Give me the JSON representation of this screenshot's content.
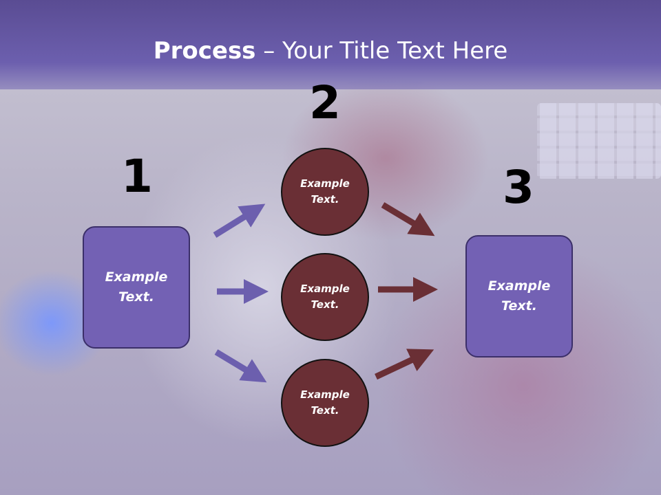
{
  "slide": {
    "title_bold": "Process",
    "title_rest": " – Your Title Text Here"
  },
  "steps": {
    "n1": "1",
    "n2": "2",
    "n3": "3"
  },
  "boxes": {
    "left": "Example\nText.",
    "right": "Example\nText."
  },
  "circles": {
    "top": "Example\nText.",
    "middle": "Example\nText.",
    "bottom": "Example\nText."
  },
  "colors": {
    "header": "#6c5fae",
    "box_fill": "#7361b4",
    "circle_fill": "#6a2f35",
    "arrow_purple": "#6c5fae",
    "arrow_maroon": "#6a2f35"
  }
}
